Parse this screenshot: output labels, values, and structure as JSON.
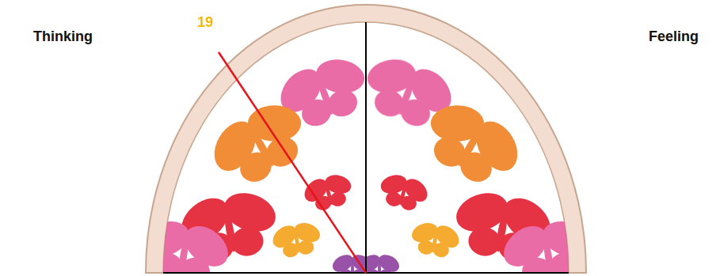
{
  "diagram": {
    "labels": [
      "Thinking",
      "19",
      "Feeling"
    ]
  }
}
